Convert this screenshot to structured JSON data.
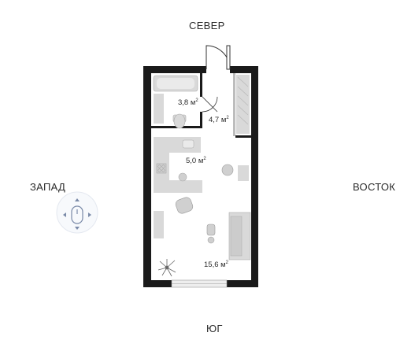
{
  "compass": {
    "north": "СЕВЕР",
    "south": "ЮГ",
    "west": "ЗАПАД",
    "east": "ВОСТОК"
  },
  "rooms": [
    {
      "id": "bathroom",
      "area": "3,8 м",
      "unit_sup": "2"
    },
    {
      "id": "hallway",
      "area": "4,7 м",
      "unit_sup": "2"
    },
    {
      "id": "kitchen",
      "area": "5,0 м",
      "unit_sup": "2"
    },
    {
      "id": "living",
      "area": "15,6 м",
      "unit_sup": "2"
    }
  ],
  "icons": [
    "mouse-scroll-icon"
  ],
  "colors": {
    "wall": "#1a1a1a",
    "furniture": "#d9d9d9",
    "furniture_dark": "#c4c4c4",
    "window": "#e8e8e8"
  }
}
